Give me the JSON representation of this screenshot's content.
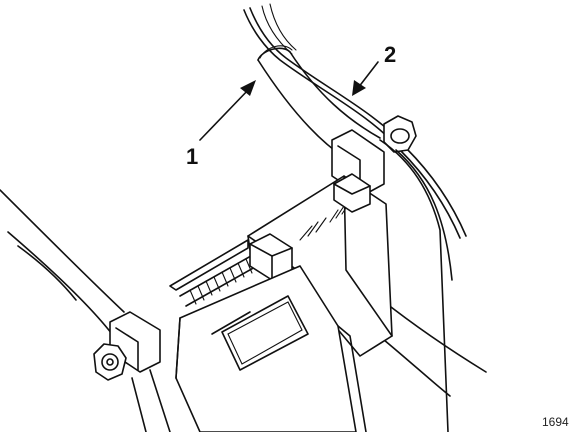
{
  "callouts": [
    {
      "label": "1"
    },
    {
      "label": "2"
    }
  ],
  "figure_number": "1694",
  "colors": {
    "line": "#111111",
    "background": "#ffffff"
  }
}
